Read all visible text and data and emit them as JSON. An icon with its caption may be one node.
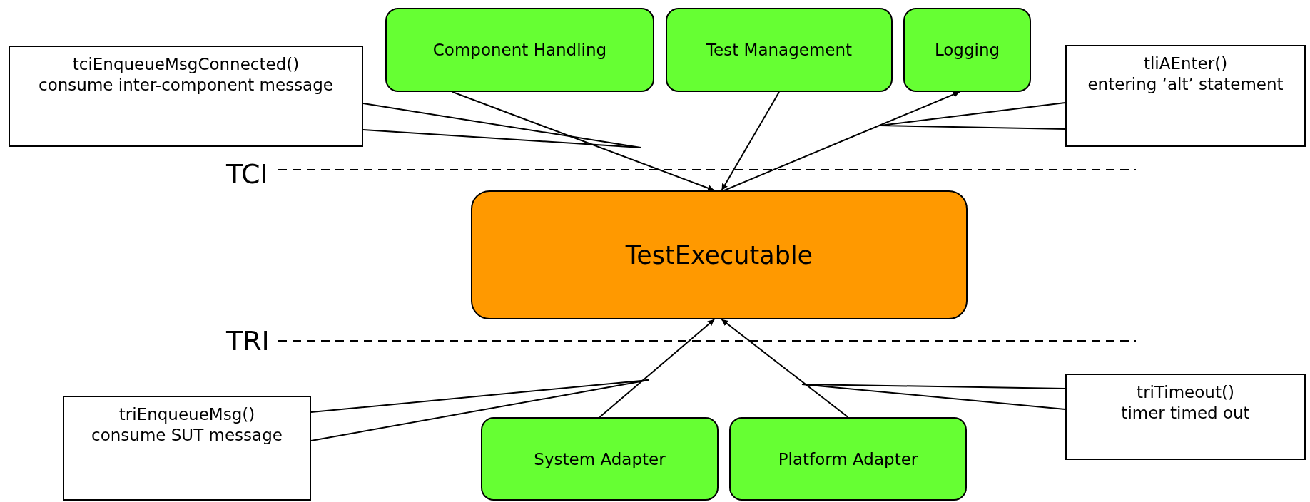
{
  "diagram": {
    "nodes": [
      {
        "text": [
          "Component Handling"
        ]
      },
      {
        "text": [
          "Test Management"
        ]
      },
      {
        "text": [
          "Logging"
        ]
      },
      {
        "text": [
          "tciEnqueueMsgConnected()",
          "consume inter-component message"
        ]
      },
      {
        "text": [
          "tliAEnter()",
          "entering ‘alt’ statement"
        ]
      },
      {
        "text": [
          "TestExecutable"
        ]
      },
      {
        "text": [
          "triEnqueueMsg()",
          "consume SUT message"
        ]
      },
      {
        "text": [
          "triTimeout()",
          "timer timed out"
        ]
      },
      {
        "text": [
          "System Adapter"
        ]
      },
      {
        "text": [
          "Platform Adapter"
        ]
      }
    ],
    "edges": [
      {
        "from": 0,
        "to": 5,
        "arrow": "to"
      },
      {
        "from": 1,
        "to": 5,
        "arrow": "to"
      },
      {
        "from": 5,
        "to": 2,
        "arrow": "to"
      },
      {
        "from": 8,
        "to": 5,
        "arrow": "to"
      },
      {
        "from": 9,
        "to": 5,
        "arrow": "to"
      },
      {
        "from": 3,
        "to": null,
        "arrow": "none"
      },
      {
        "from": 4,
        "to": null,
        "arrow": "none"
      },
      {
        "from": 6,
        "to": null,
        "arrow": "none"
      },
      {
        "from": 7,
        "to": null,
        "arrow": "none"
      }
    ],
    "labels": [
      "TCI",
      "TRI"
    ]
  }
}
